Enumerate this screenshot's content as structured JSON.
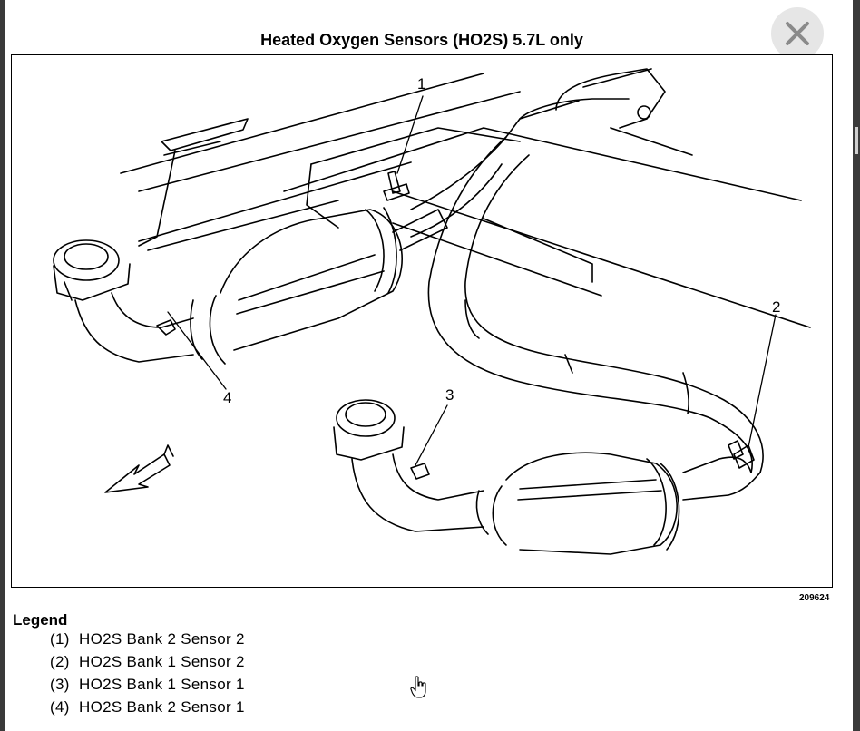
{
  "title": "Heated Oxygen Sensors (HO2S) 5.7L only",
  "close_icon": "close-icon",
  "callouts": [
    "1",
    "2",
    "3",
    "4"
  ],
  "figure_id": "209624",
  "legend": {
    "heading": "Legend",
    "items": [
      {
        "num": "(1)",
        "label": "HO2S Bank 2 Sensor 2"
      },
      {
        "num": "(2)",
        "label": "HO2S Bank 1 Sensor 2"
      },
      {
        "num": "(3)",
        "label": "HO2S Bank 1 Sensor 1"
      },
      {
        "num": "(4)",
        "label": "HO2S Bank 2 Sensor 1"
      }
    ]
  }
}
